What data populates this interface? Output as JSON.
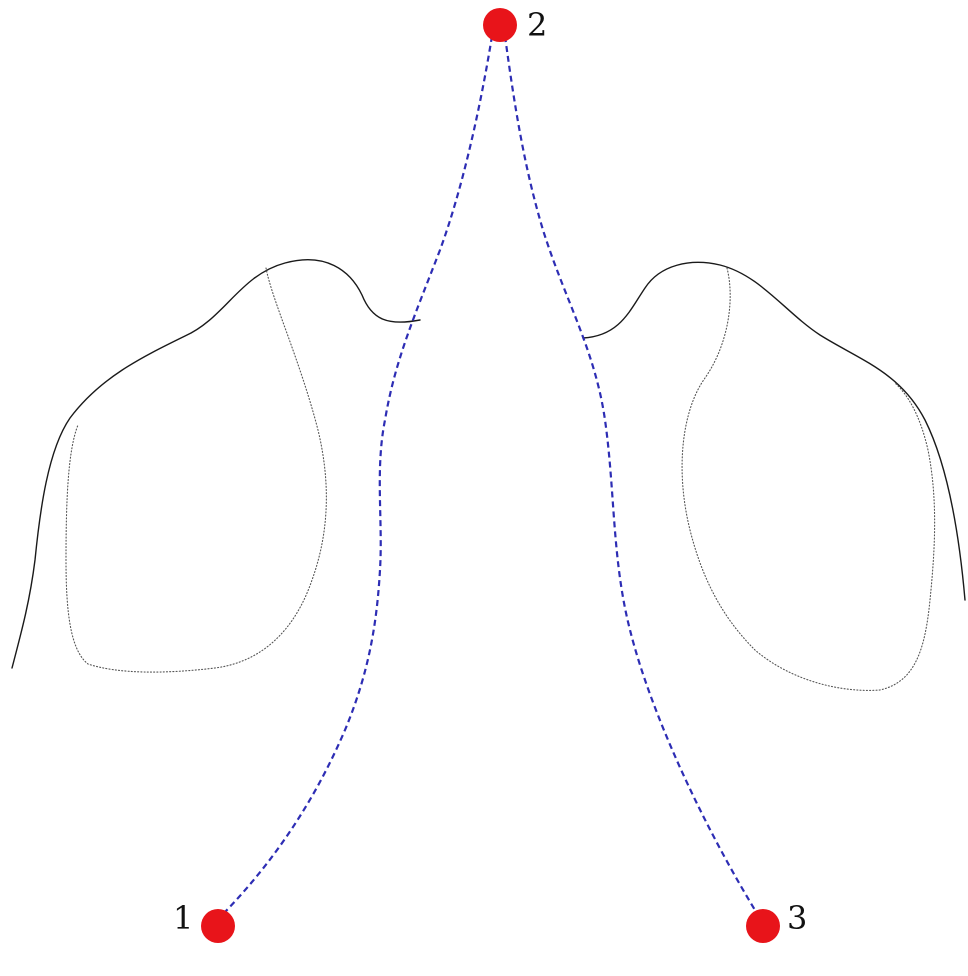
{
  "diagram": {
    "colors": {
      "marker": "#e8141a",
      "path": "#2d2db4",
      "outline": "#1a1a1a",
      "inner_outline": "#555555",
      "label": "#111111"
    },
    "markers": [
      {
        "id": "1",
        "label": "1"
      },
      {
        "id": "2",
        "label": "2"
      },
      {
        "id": "3",
        "label": "3"
      }
    ]
  }
}
